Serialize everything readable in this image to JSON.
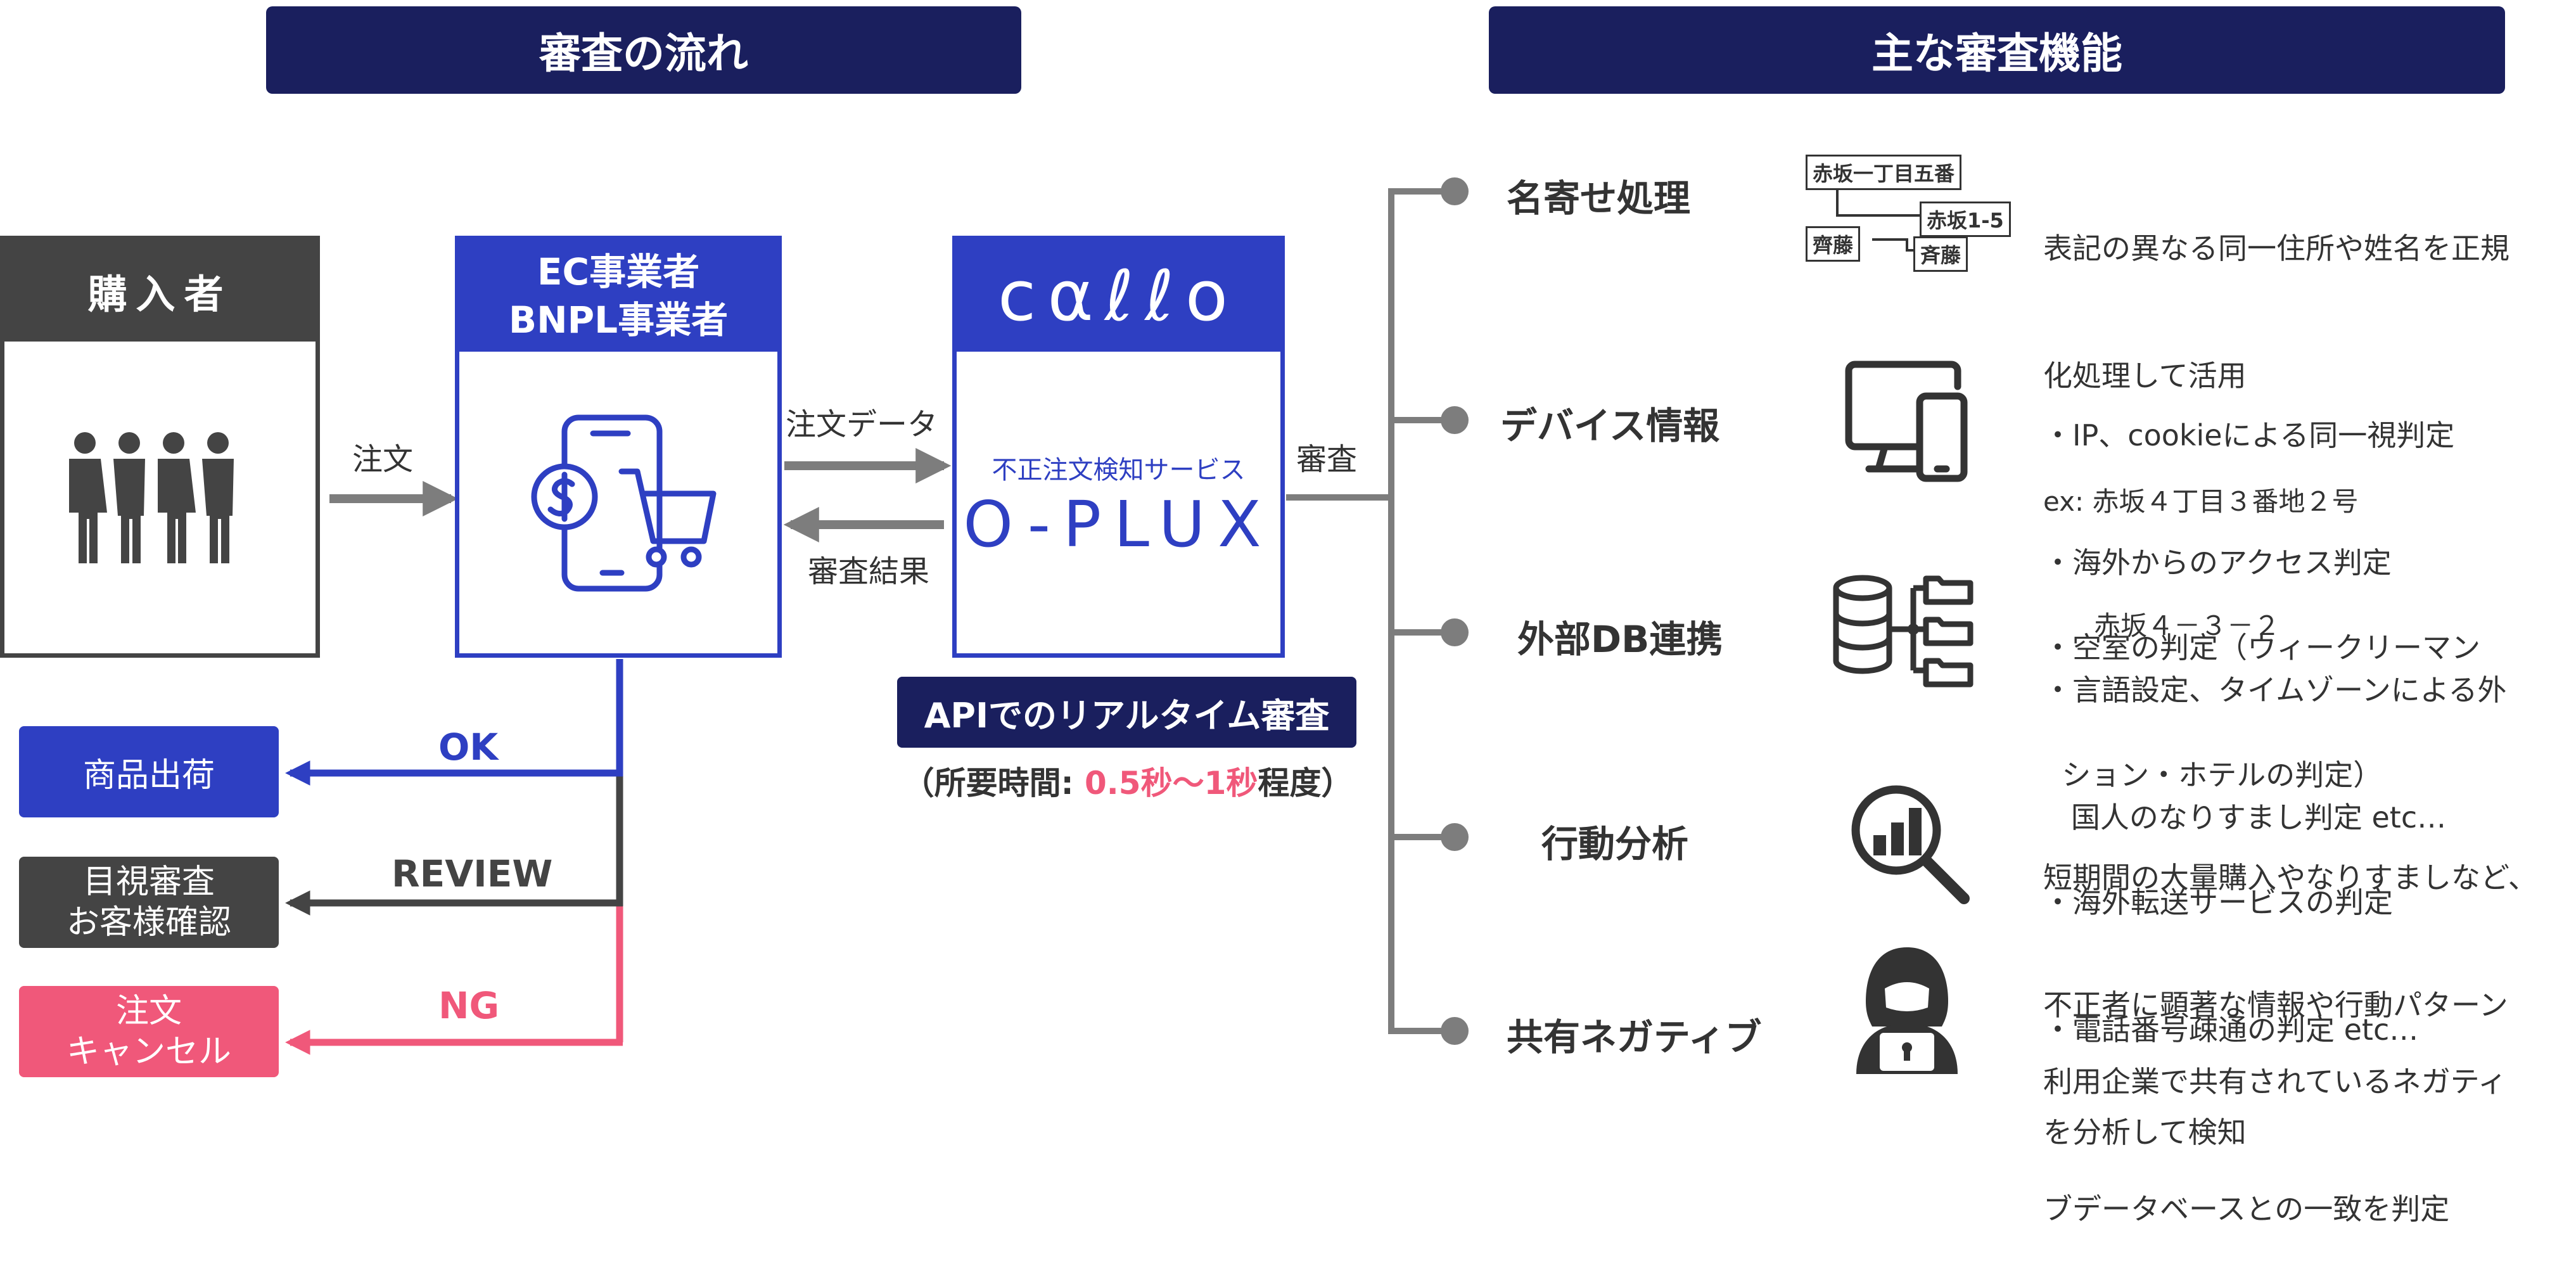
{
  "headers": {
    "flow": "審査の流れ",
    "functions": "主な審査機能"
  },
  "buyer": {
    "title": "購入者"
  },
  "merchant": {
    "title_line1": "EC事業者",
    "title_line2": "BNPL事業者"
  },
  "caulis": {
    "logo": "cαℓℓo",
    "service_label": "不正注文検知サービス",
    "product": "O-PLUX"
  },
  "arrows": {
    "order": "注文",
    "order_data": "注文データ",
    "review_result": "審査結果",
    "review": "審査"
  },
  "api": {
    "badge": "APIでのリアルタイム審査",
    "time_prefix": "（所要時間: ",
    "time_value": "0.5秒〜1秒",
    "time_suffix": "程度）"
  },
  "outcomes": {
    "ok": {
      "code": "OK",
      "action": "商品出荷"
    },
    "review": {
      "code": "REVIEW",
      "action_line1": "目視審査",
      "action_line2": "お客様確認"
    },
    "ng": {
      "code": "NG",
      "action_line1": "注文",
      "action_line2": "キャンセル"
    }
  },
  "features": [
    {
      "name": "名寄せ処理",
      "lines": [
        "表記の異なる同一住所や姓名を正規",
        "化処理して活用",
        "ex: 赤坂４丁目３番地２号",
        "      赤坂４－３－２"
      ]
    },
    {
      "name": "デバイス情報",
      "lines": [
        "・IP、cookieによる同一視判定",
        "・海外からのアクセス判定",
        "・言語設定、タイムゾーンによる外",
        "   国人のなりすまし判定 etc…"
      ]
    },
    {
      "name": "外部DB連携",
      "lines": [
        "・空室の判定（ウィークリーマン",
        "  ション・ホテルの判定）",
        "・海外転送サービスの判定",
        "・電話番号疎通の判定 etc…"
      ]
    },
    {
      "name": "行動分析",
      "lines": [
        "短期間の大量購入やなりすましなど、",
        "不正者に顕著な情報や行動パターン",
        "を分析して検知"
      ]
    },
    {
      "name": "共有ネガティブ",
      "lines": [
        "利用企業で共有されているネガティ",
        "ブデータベースとの一致を判定"
      ]
    }
  ],
  "nayose": {
    "addr_full": "赤坂一丁目五番",
    "addr_short": "赤坂1-5",
    "name_old": "齊藤",
    "name_new": "斉藤"
  },
  "colors": {
    "navy": "#1a1f5e",
    "blue": "#2e3fc2",
    "dark": "#444444",
    "pink": "#f0587a",
    "gray_line": "#7d7d7d"
  }
}
